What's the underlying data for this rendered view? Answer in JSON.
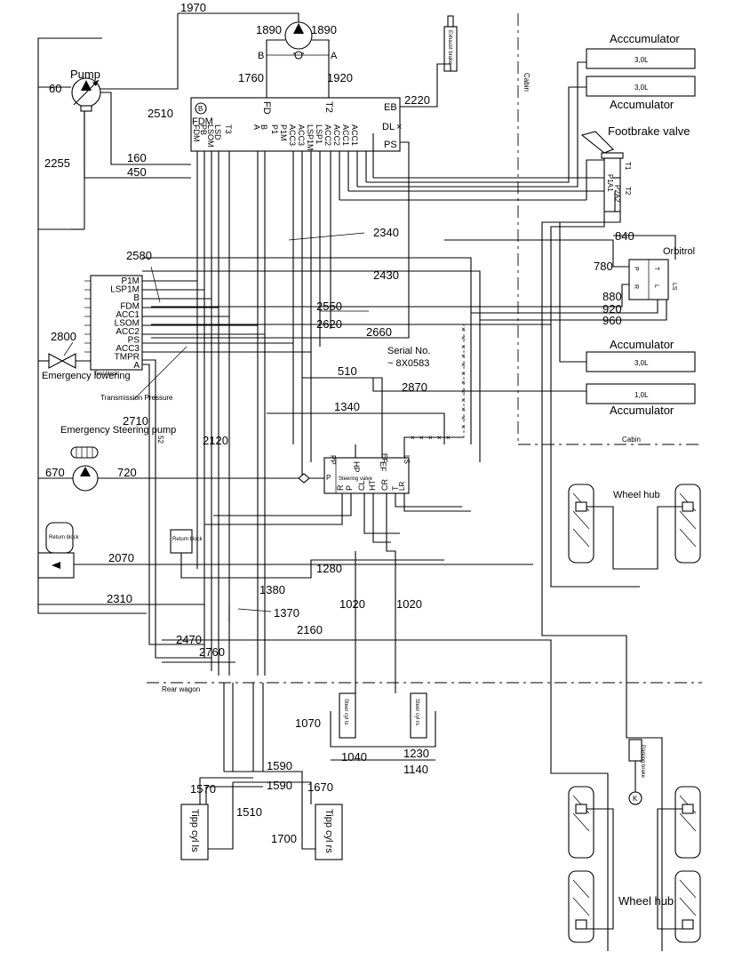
{
  "labels": {
    "pump": "Pump",
    "n60": "60",
    "n1970": "1970",
    "n1890a": "1890",
    "n1890b": "1890",
    "b_top": "B",
    "a_top": "A",
    "n1760": "1760",
    "n1920": "1920",
    "fd": "FD",
    "t2_top": "T2",
    "eb": "EB",
    "dl": "DL",
    "ps_main": "PS",
    "n2220": "2220",
    "exhaust_brake": "Exhaust brake",
    "cabin_top": "Cabin",
    "n2510": "2510",
    "fdm_main": "FDM",
    "b_circle": "B",
    "n160": "160",
    "n450": "450",
    "n2255": "2255",
    "n2340": "2340",
    "n2430": "2430",
    "n2580": "2580",
    "n2550": "2550",
    "n2620": "2620",
    "n2660": "2660",
    "n2800": "2800",
    "emergency_lowering": "Emergency lowering",
    "test_block": "Test block",
    "transmission_pressure": "Transmission Pressure",
    "n2710": "2710",
    "n52": "52",
    "n510": "510",
    "n2870": "2870",
    "n1340": "1340",
    "serial": "Serial No.",
    "serial_no": "~ 8X0583",
    "n2120": "2120",
    "emergency_pump": "Emergency Steering pump",
    "n670": "670",
    "n720": "720",
    "steering_valve": "Steering valve",
    "return_block_big": "Return block",
    "return_block_small": "Return block",
    "n2070": "2070",
    "n1280": "1280",
    "n2310": "2310",
    "n1380": "1380",
    "n1370": "1370",
    "n1020a": "1020",
    "n1020b": "1020",
    "n2160": "2160",
    "n2470": "2470",
    "n2760": "2760",
    "rear_wagon": "Rear wagon",
    "steer_ls": "Steer cyl ls",
    "steer_rs": "Steer cyl rs",
    "n1070": "1070",
    "n1040": "1040",
    "n1230": "1230",
    "n1140": "1140",
    "n1590a": "1590",
    "n1590b": "1590",
    "n1570": "1570",
    "n1670": "1670",
    "n1510": "1510",
    "n1700": "1700",
    "tipp_ls": "Tipp cyl ls",
    "tipp_rs": "Tipp cyl rs",
    "acc_top": "Acccumulator",
    "acc_30a": "3,0L",
    "acc_30b": "3,0L",
    "acc_mid_label": "Accumulator",
    "footbrake": "Footbrake valve",
    "t1": "T1",
    "t2_fb": "T2",
    "p1a1": "P1A1",
    "p2a2": "P2A2",
    "n840": "840",
    "orbitrol": "Orbitrol",
    "n780": "780",
    "n880": "880",
    "n920": "920",
    "n960": "960",
    "acc_low1": "Accumulator",
    "acc_30c": "3,0L",
    "acc_10": "1,0L",
    "acc_low2": "Accumulator",
    "cabin_mid": "Cabin",
    "wheel_hub_top": "Wheel hub",
    "wheel_hub_bot": "Wheel hub",
    "parking_brake": "Parking brake",
    "k": "K",
    "ef": "EF",
    "pp": "PP",
    "ls_sv": "LS",
    "p_sv": "P",
    "lr_sv": "LR"
  },
  "ports_main_upper": [
    "FDM",
    "PB",
    "LSOM",
    "LSD",
    "T3",
    "A",
    "B",
    "P1",
    "P1M",
    "ACC3",
    "ACC3",
    "LSP1M",
    "LSP1",
    "ACC2",
    "ACC2",
    "ACC1",
    "ACC1"
  ],
  "ports_test": [
    "P1M",
    "LSP1M",
    "B",
    "FDM",
    "ACC1",
    "LSOM",
    "ACC2",
    "PS",
    "ACC3",
    "TMPR",
    "A"
  ],
  "ports_steer_top": [
    "HP",
    "EF"
  ],
  "ports_steer_bottom": [
    "R",
    "P",
    "CL",
    "HT",
    "CR",
    "T"
  ],
  "ports_orbitrol": [
    "P",
    "R",
    "T",
    "L",
    "LS"
  ]
}
